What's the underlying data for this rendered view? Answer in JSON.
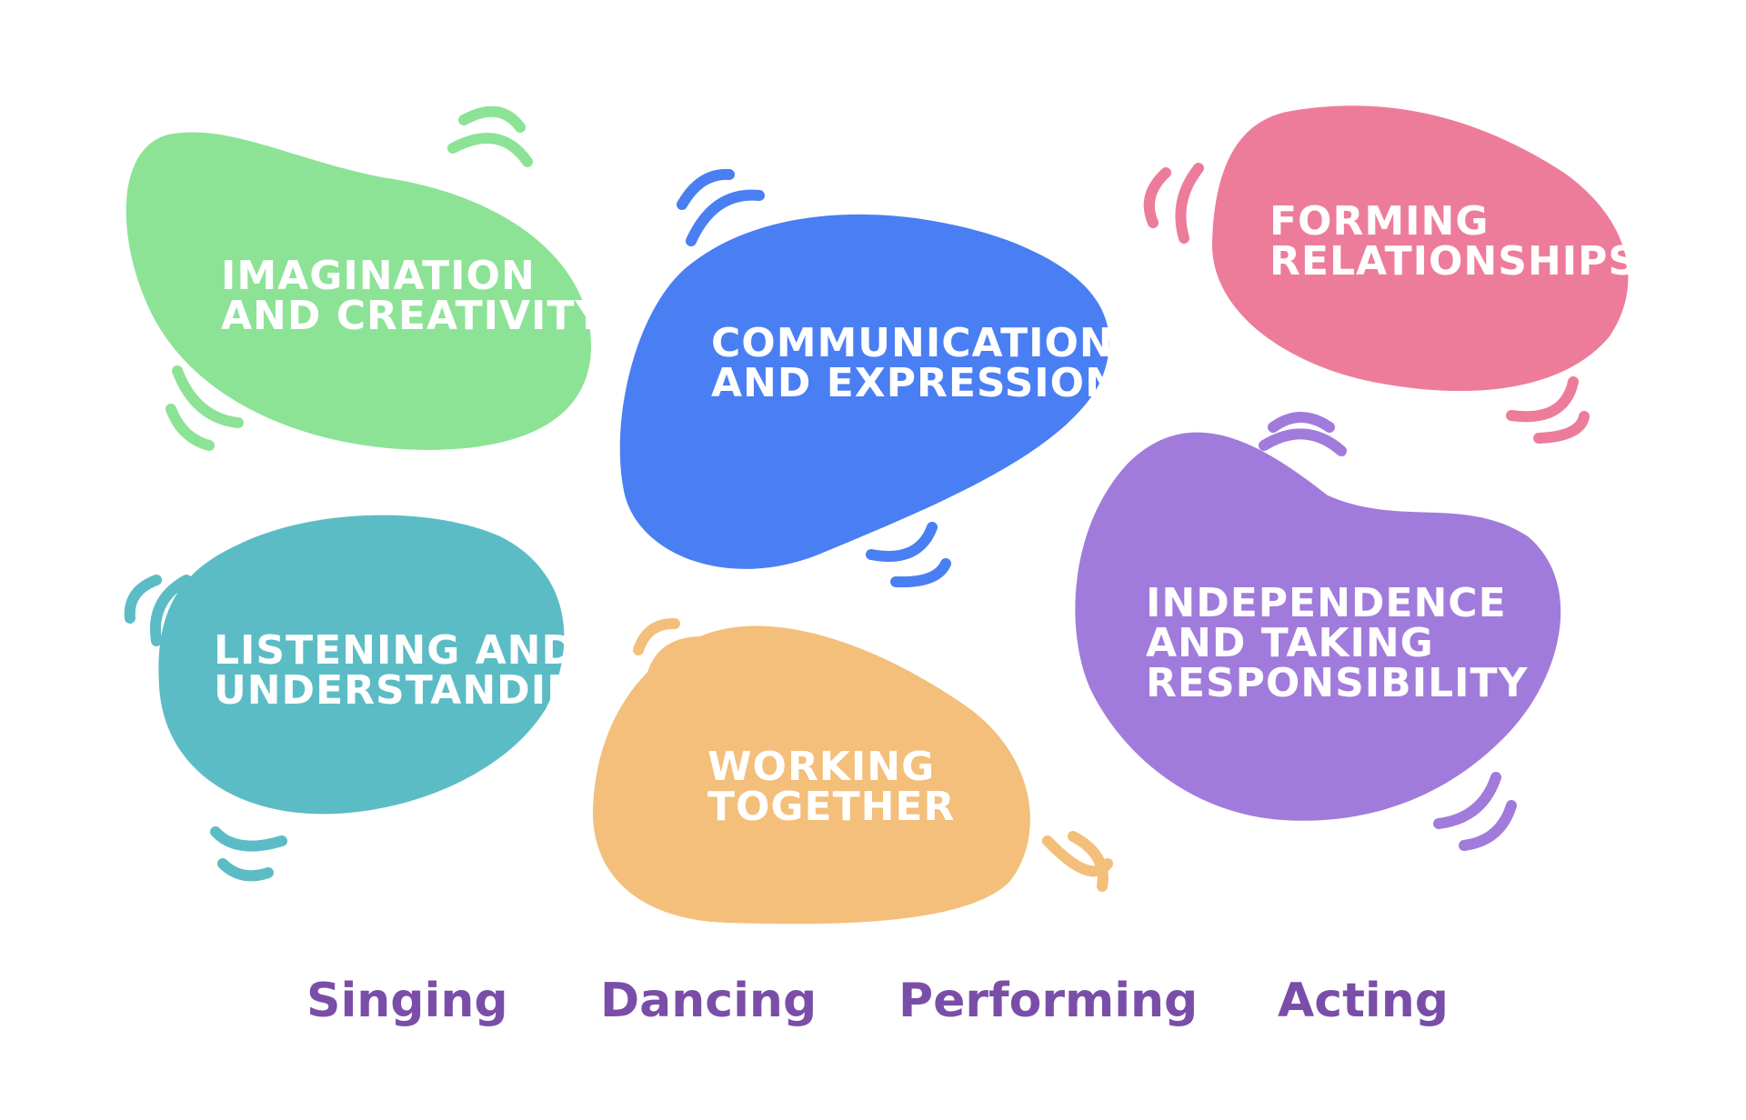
{
  "colors": {
    "green": "#8ce396",
    "blue": "#4a7ef3",
    "pink": "#ed7c9b",
    "teal": "#5cbcc5",
    "orange": "#f3bf7a",
    "purple": "#a17bdb",
    "activity_text": "#7a4ea8"
  },
  "blobs": [
    {
      "id": "imagination",
      "lines": [
        "IMAGINATION",
        "AND CREATIVITY"
      ]
    },
    {
      "id": "communication",
      "lines": [
        "COMMUNICATION",
        "AND EXPRESSION"
      ]
    },
    {
      "id": "relationships",
      "lines": [
        "FORMING",
        "RELATIONSHIPS"
      ]
    },
    {
      "id": "listening",
      "lines": [
        "LISTENING AND",
        "UNDERSTANDING"
      ]
    },
    {
      "id": "working",
      "lines": [
        "WORKING",
        "TOGETHER"
      ]
    },
    {
      "id": "independence",
      "lines": [
        "INDEPENDENCE",
        "AND TAKING",
        "RESPONSIBILITY"
      ]
    }
  ],
  "activities": [
    "Singing",
    "Dancing",
    "Performing",
    "Acting"
  ]
}
